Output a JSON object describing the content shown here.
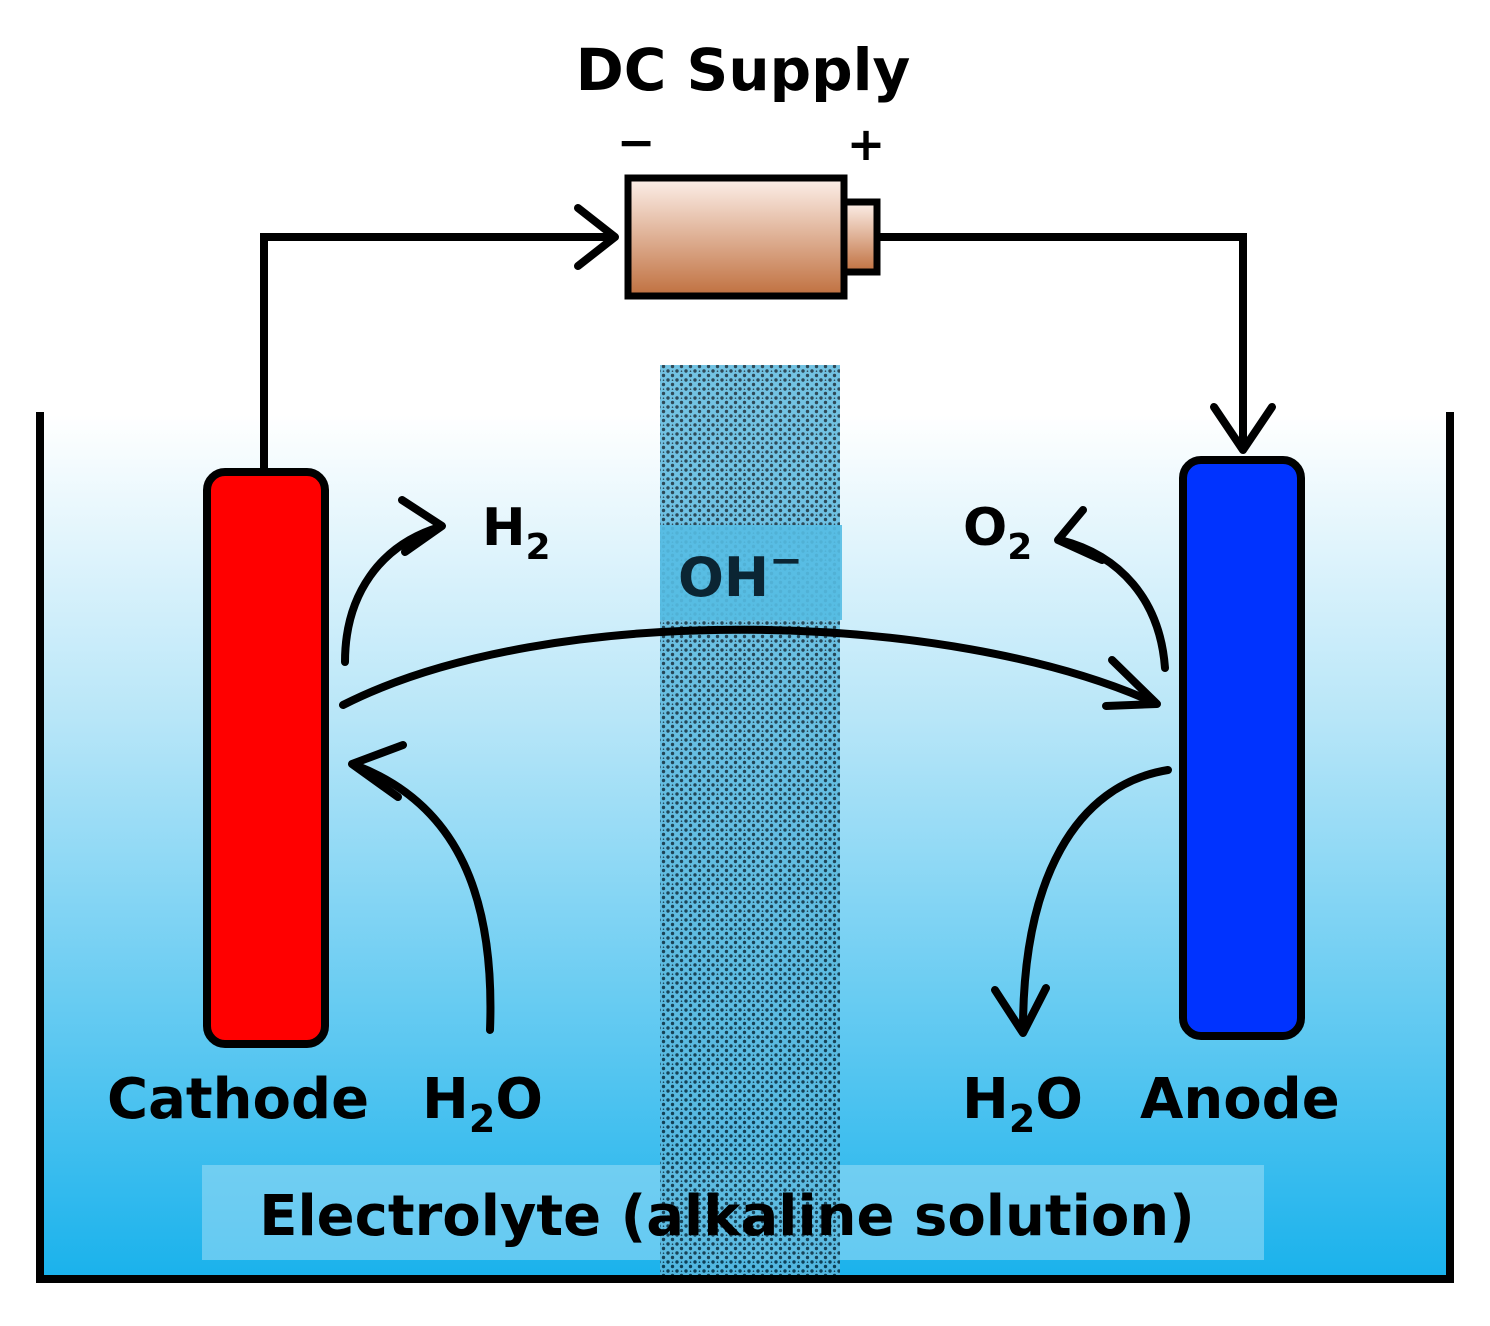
{
  "title": "DC Supply",
  "terminals": {
    "negative": "−",
    "positive": "+"
  },
  "labels": {
    "h2_gas": {
      "main": "H",
      "sub": "2"
    },
    "o2_gas": {
      "main": "O",
      "sub": "2"
    },
    "hydroxide": {
      "main": "OH",
      "sup": "−"
    },
    "cathode": "Cathode",
    "anode": "Anode",
    "water_left": {
      "main": "H",
      "sub": "2",
      "tail": "O"
    },
    "water_right": {
      "main": "H",
      "sub": "2",
      "tail": "O"
    },
    "electrolyte": "Electrolyte (alkaline solution)"
  },
  "colors": {
    "cathode": "#ff0000",
    "anode": "#0033ff",
    "electrolyte_top": "#ffffff",
    "electrolyte_bottom": "#1ab2ec",
    "battery_top": "#fdf0ea",
    "battery_bottom": "#c0703f",
    "separator": "#3aa7d6",
    "line": "#000000"
  }
}
